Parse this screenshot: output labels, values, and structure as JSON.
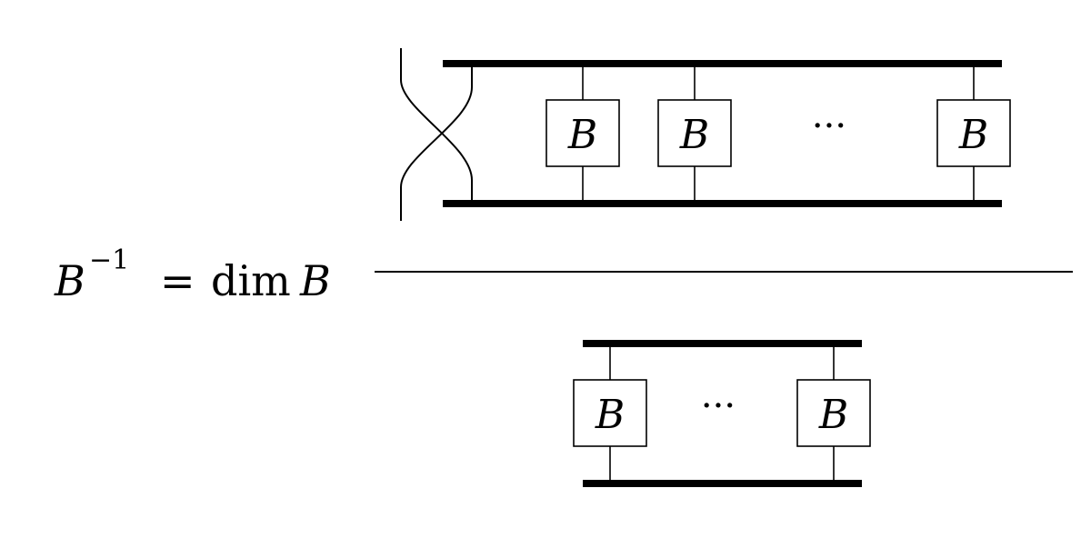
{
  "equation": {
    "lhs_symbol": "B",
    "lhs_exponent": "−1",
    "equals": "=",
    "dim_operator": "dim",
    "dim_argument": "B"
  },
  "numerator": {
    "box_labels": [
      "B",
      "B",
      "B"
    ],
    "ellipsis": "···"
  },
  "denominator": {
    "box_labels": [
      "B",
      "B"
    ],
    "ellipsis": "···"
  }
}
